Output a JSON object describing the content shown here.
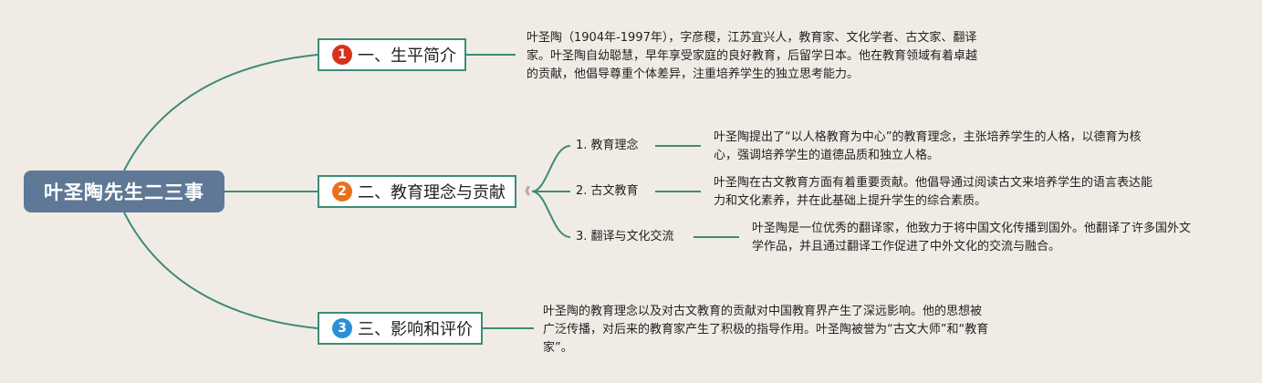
{
  "root": {
    "title": "叶圣陶先生二三事"
  },
  "colors": {
    "root_fill": "#5e7896",
    "connector": "#3f8a78",
    "badge_1": "#d6331e",
    "badge_2": "#e8711e",
    "badge_3": "#2a8fd6",
    "background": "#f0ece5"
  },
  "branches": [
    {
      "number": "1",
      "label": "一、生平简介",
      "desc": "叶圣陶（1904年-1997年），字彦稷，江苏宜兴人，教育家、文化学者、古文家、翻译家。叶圣陶自幼聪慧，早年享受家庭的良好教育，后留学日本。他在教育领域有着卓越的贡献，他倡导尊重个体差异，注重培养学生的独立思考能力。"
    },
    {
      "number": "2",
      "label": "二、教育理念与贡献",
      "collapse_symbol": "《",
      "children": [
        {
          "label": "1. 教育理念",
          "desc": "叶圣陶提出了“以人格教育为中心”的教育理念，主张培养学生的人格，以德育为核心，强调培养学生的道德品质和独立人格。"
        },
        {
          "label": "2. 古文教育",
          "desc": "叶圣陶在古文教育方面有着重要贡献。他倡导通过阅读古文来培养学生的语言表达能力和文化素养，并在此基础上提升学生的综合素质。"
        },
        {
          "label": "3. 翻译与文化交流",
          "desc": "叶圣陶是一位优秀的翻译家，他致力于将中国文化传播到国外。他翻译了许多国外文学作品，并且通过翻译工作促进了中外文化的交流与融合。"
        }
      ]
    },
    {
      "number": "3",
      "label": "三、影响和评价",
      "desc": "叶圣陶的教育理念以及对古文教育的贡献对中国教育界产生了深远影响。他的思想被广泛传播，对后来的教育家产生了积极的指导作用。叶圣陶被誉为“古文大师”和“教育家”。"
    }
  ]
}
